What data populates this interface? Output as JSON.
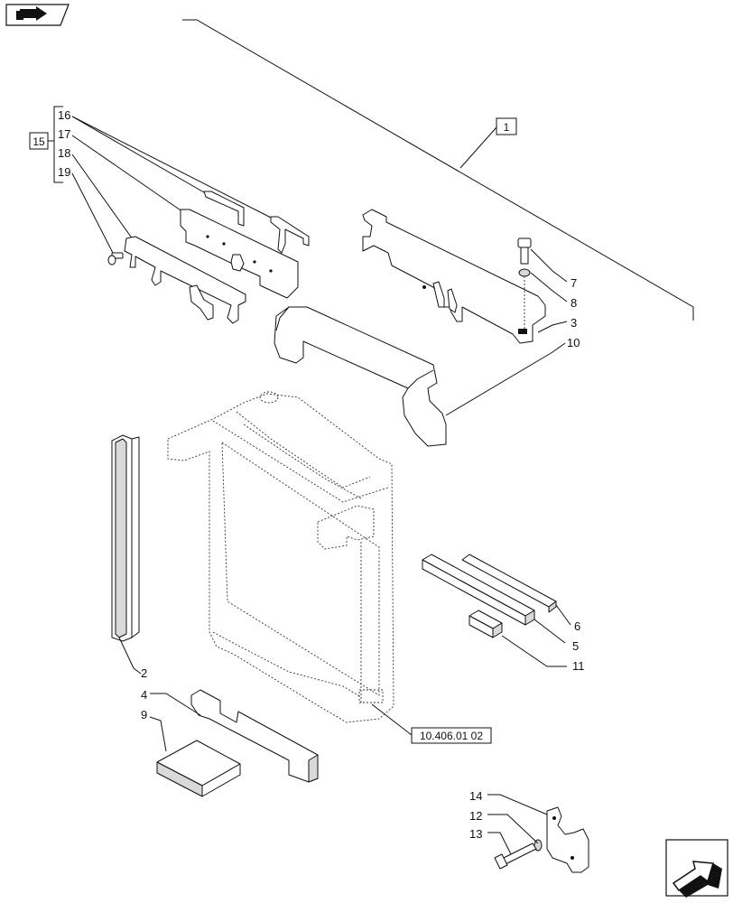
{
  "diagram": {
    "callouts": {
      "p1": "1",
      "p2": "2",
      "p3": "3",
      "p4": "4",
      "p5": "5",
      "p6": "6",
      "p7": "7",
      "p8": "8",
      "p9": "9",
      "p10": "10",
      "p11": "11",
      "p12": "12",
      "p13": "13",
      "p14": "14",
      "p15": "15",
      "p16": "16",
      "p17": "17",
      "p18": "18",
      "p19": "19"
    },
    "reference": "10.406.01 02"
  },
  "nav": {
    "prev_icon": "book-arrow-icon",
    "next_icon": "next-page-arrow-icon"
  }
}
